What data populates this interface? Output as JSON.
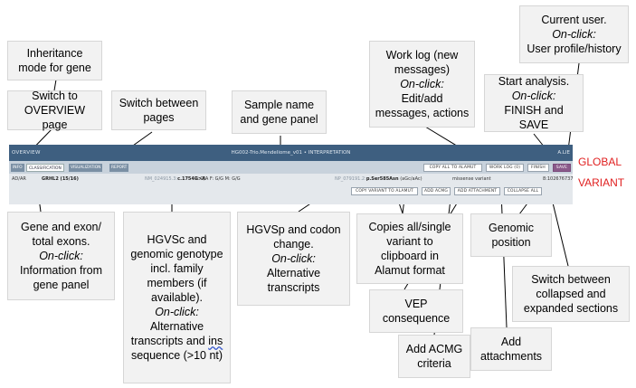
{
  "app": {
    "topbar": {
      "overview": "OVERVIEW",
      "title": "HG002-Trio.Mendeliome_v01 • INTERPRETATION",
      "user": "A.LIE"
    },
    "tabs": [
      "INFO",
      "CLASSIFICATION",
      "VISUALIZATION",
      "REPORT"
    ],
    "buttons": {
      "copy_all": "COPY ALL TO ALAMUT",
      "work_log": "WORK LOG (0)",
      "finish": "FINISH",
      "save": "SAVE",
      "copy_variant": "COPY VARIANT TO ALAMUT",
      "add_acmg": "ADD ACMG",
      "add_attachment": "ADD ATTACHMENT",
      "collapse_all": "COLLAPSE ALL"
    },
    "variant": {
      "inheritance": "AD/AR",
      "gene_exon": "GRHL2 (15/16)",
      "hgvsc_prefix": "NM_024915.3:",
      "hgvsc": "c.1754G>A",
      "genotypes": "P: G/A    F: G/G    M: G/G",
      "hgvsp_prefix": "NP_079191.2:",
      "hgvsp": "p.Ser585Asn",
      "codon": "(aGc/aAc)",
      "consequence": "missense variant",
      "position": "8:102676737"
    }
  },
  "side_labels": {
    "global": "GLOBAL",
    "variant": "VARIANT"
  },
  "callouts": {
    "inheritance": [
      "Inheritance",
      "mode for gene"
    ],
    "switch_overview": [
      "Switch to",
      "OVERVIEW page"
    ],
    "switch_pages": [
      "Switch between",
      "pages"
    ],
    "sample_name": [
      "Sample name",
      "and gene panel"
    ],
    "work_log": [
      "Work log (new",
      "messages)",
      "On-click:",
      "Edit/add",
      "messages,  actions"
    ],
    "current_user": [
      "Current user.",
      "On-click:",
      "User profile/history"
    ],
    "start_analysis": [
      "Start analysis.",
      "On-click:",
      "FINISH and SAVE"
    ],
    "gene_exon": [
      "Gene and exon/",
      "total exons.",
      "On-click:",
      "Information from",
      "gene panel"
    ],
    "hgvsc": [
      "HGVSc and",
      "genomic genotype",
      "incl. family",
      "members (if",
      "available).",
      "On-click:",
      "Alternative",
      "transcripts and ",
      "ins",
      " sequence  (>10 nt)"
    ],
    "hgvsp": [
      "HGVSp and codon",
      "change.",
      "On-click:",
      "Alternative",
      "transcripts"
    ],
    "copies": [
      "Copies all/single",
      "variant to",
      "clipboard in",
      "Alamut format"
    ],
    "genomic_position": [
      "Genomic",
      "position"
    ],
    "switch_sections": [
      "Switch between",
      "collapsed  and",
      "expanded sections"
    ],
    "vep": [
      "VEP",
      "consequence"
    ],
    "add_attachments": [
      "Add",
      "attachments"
    ],
    "acmg": [
      "Add ACMG",
      "criteria"
    ]
  }
}
